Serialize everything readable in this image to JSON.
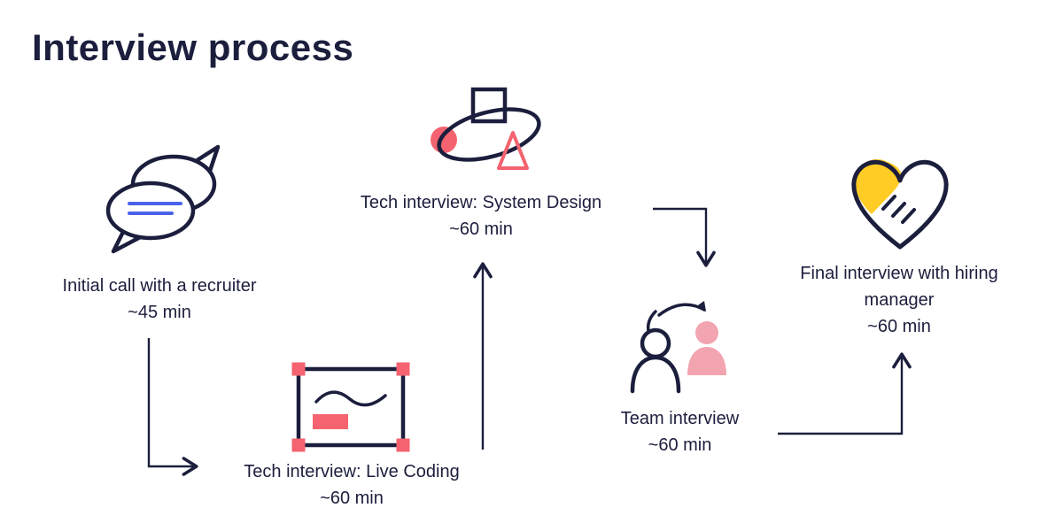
{
  "title": "Interview process",
  "colors": {
    "ink": "#1b1e3c",
    "pink": "#f4636f",
    "light_pink": "#f2a4b0",
    "yellow": "#ffcb25",
    "blue": "#4b63e8"
  },
  "steps": [
    {
      "id": "recruiter-call",
      "label": "Initial call with a recruiter",
      "duration": "~45 min",
      "icon": "chat-bubbles-icon"
    },
    {
      "id": "live-coding",
      "label": "Tech interview: Live Coding",
      "duration": "~60 min",
      "icon": "whiteboard-icon"
    },
    {
      "id": "system-design",
      "label": "Tech interview: System Design",
      "duration": "~60 min",
      "icon": "abstract-shapes-icon"
    },
    {
      "id": "team-interview",
      "label": "Team interview",
      "duration": "~60 min",
      "icon": "people-sync-icon"
    },
    {
      "id": "final-interview",
      "label": "Final interview with hiring manager",
      "duration": "~60 min",
      "icon": "handshake-heart-icon"
    }
  ]
}
